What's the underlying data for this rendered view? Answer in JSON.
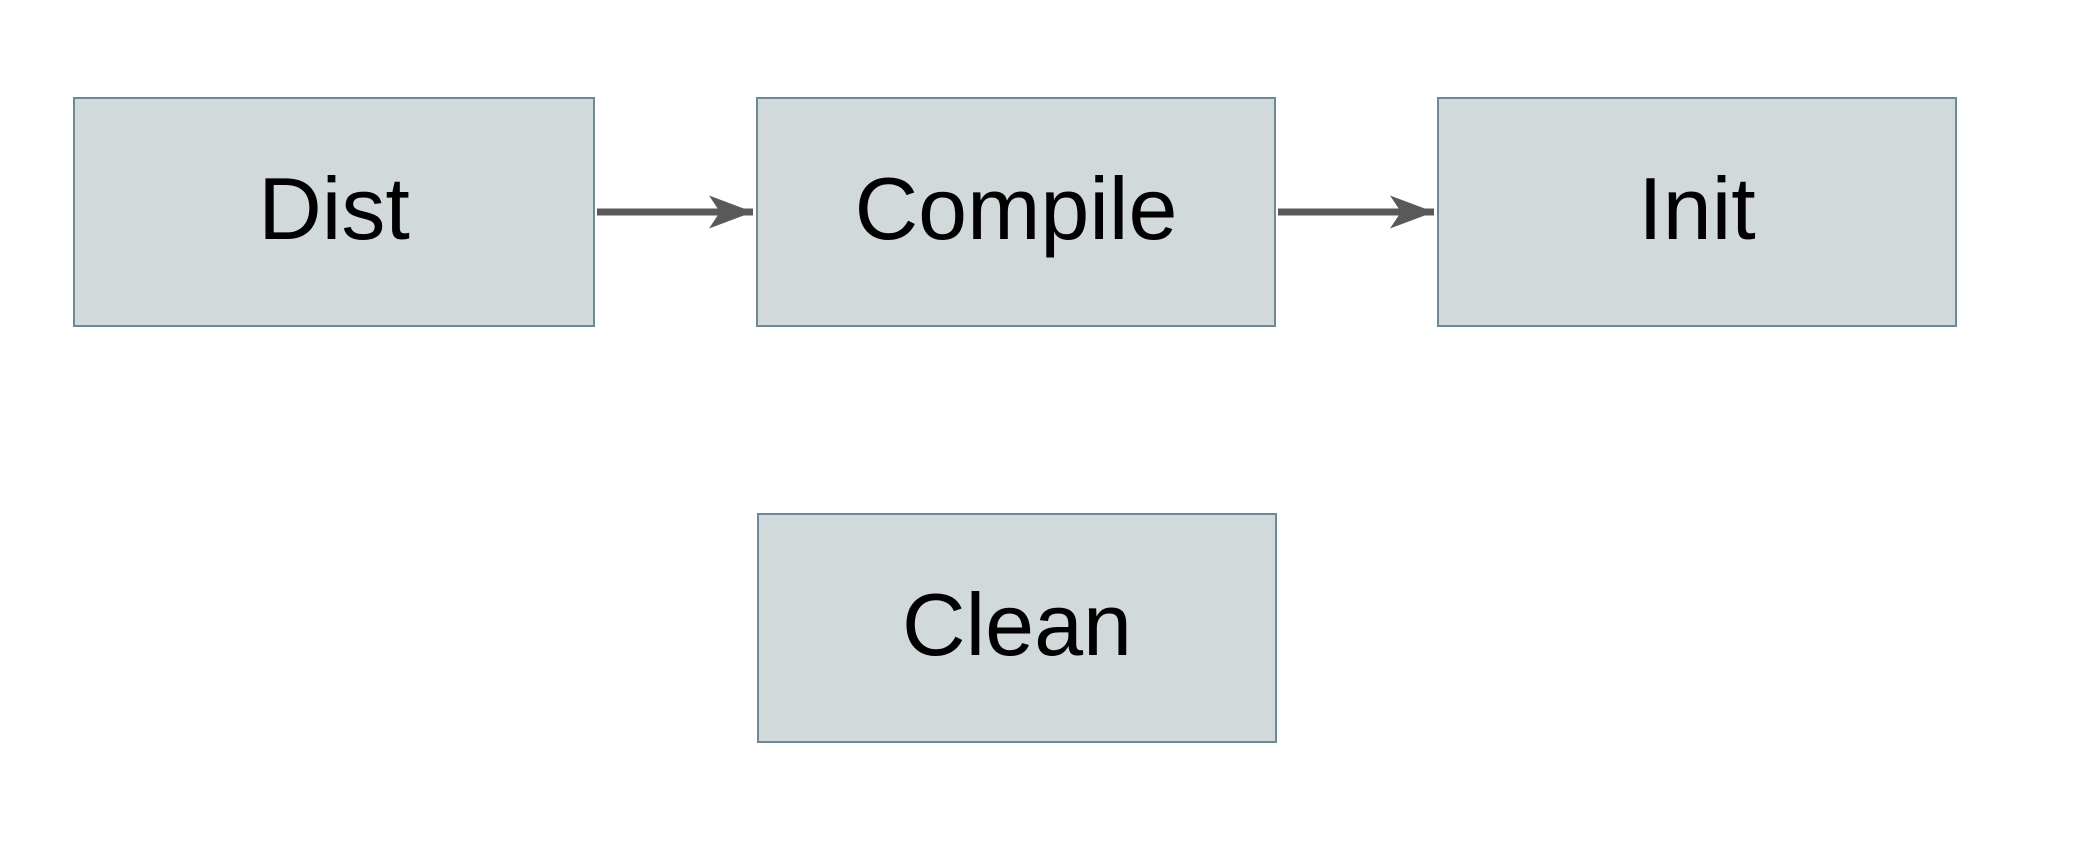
{
  "diagram": {
    "type": "flowchart",
    "nodes": [
      {
        "id": "dist",
        "label": "Dist"
      },
      {
        "id": "compile",
        "label": "Compile"
      },
      {
        "id": "init",
        "label": "Init"
      },
      {
        "id": "clean",
        "label": "Clean"
      }
    ],
    "edges": [
      {
        "from": "Dist",
        "to": "Compile",
        "direction": "right"
      },
      {
        "from": "Compile",
        "to": "Init",
        "direction": "right"
      }
    ],
    "colors": {
      "background": "#ffffff",
      "node_fill": "#d1d9db",
      "node_border": "#6e8a99",
      "arrow": "#595959",
      "text": "#000000"
    }
  }
}
